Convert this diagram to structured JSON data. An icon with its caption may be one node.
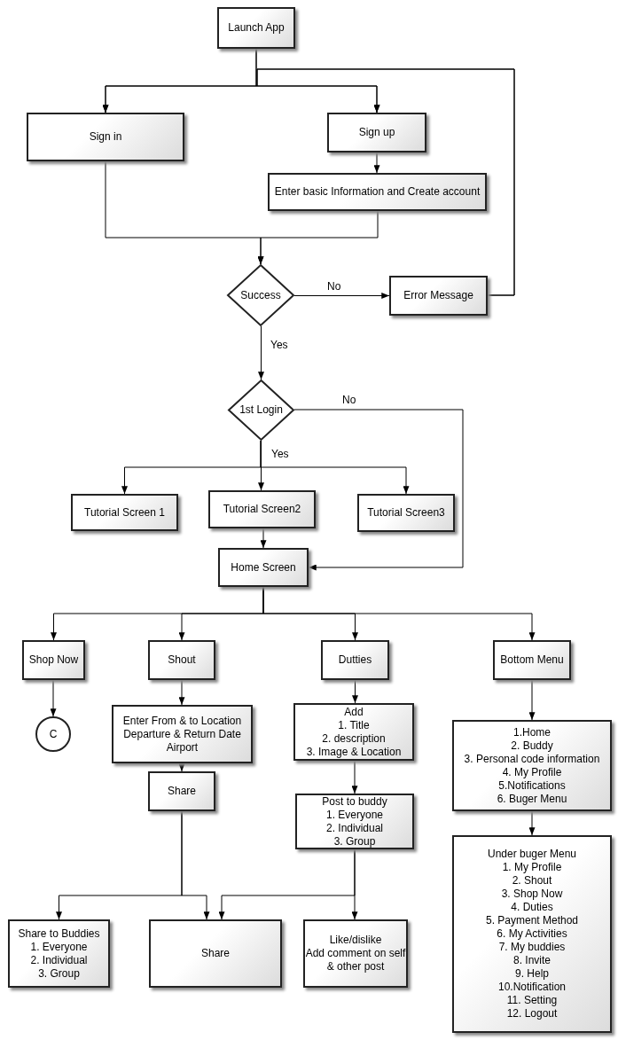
{
  "diagram": {
    "nodes": [
      {
        "text": [
          "Launch App"
        ]
      },
      {
        "text": [
          "Sign in"
        ]
      },
      {
        "text": [
          "Sign up"
        ]
      },
      {
        "text": [
          "Enter basic Information and Create account"
        ]
      },
      {
        "text": [
          "Success"
        ]
      },
      {
        "text": [
          "Error Message"
        ]
      },
      {
        "text": [
          "1st Login"
        ]
      },
      {
        "text": [
          "Tutorial Screen 1"
        ]
      },
      {
        "text": [
          "Tutorial Screen2"
        ]
      },
      {
        "text": [
          "Tutorial Screen3"
        ]
      },
      {
        "text": [
          "Home Screen"
        ]
      },
      {
        "text": [
          "Shop Now"
        ]
      },
      {
        "text": [
          "Shout"
        ]
      },
      {
        "text": [
          "Dutties"
        ]
      },
      {
        "text": [
          "Bottom Menu"
        ]
      },
      {
        "text": [
          "C"
        ]
      },
      {
        "text": [
          "Enter From & to Location Departure & Return Date Airport"
        ]
      },
      {
        "text": [
          "Add",
          "1. Title",
          "2. description",
          "3. Image & Location"
        ]
      },
      {
        "text": [
          "Share"
        ]
      },
      {
        "text": [
          "Post to buddy",
          "1. Everyone",
          "2. Individual",
          "3. Group"
        ]
      },
      {
        "text": [
          "1.Home",
          "2. Buddy",
          "3. Personal code information",
          "4. My Profile",
          "5.Notifications",
          "6. Buger Menu"
        ]
      },
      {
        "text": [
          "Under buger Menu",
          "1. My Profile",
          "2. Shout",
          "3. Shop Now",
          "4. Duties",
          "5. Payment Method",
          "6. My Activities",
          "7. My buddies",
          "8. Invite",
          "9. Help",
          "10.Notification",
          "11. Setting",
          "12. Logout"
        ]
      },
      {
        "text": [
          "Share to Buddies",
          "1. Everyone",
          "2. Individual",
          "3. Group"
        ]
      },
      {
        "text": [
          "Share"
        ]
      },
      {
        "text": [
          "Like/dislike",
          "Add comment on self & other post"
        ]
      }
    ],
    "edges": [
      {
        "from": 0,
        "to": 1,
        "arrow": "to"
      },
      {
        "from": 0,
        "to": 2,
        "arrow": "to"
      },
      {
        "from": 1,
        "to": 4,
        "arrow": "to"
      },
      {
        "from": 2,
        "to": 3,
        "arrow": "to"
      },
      {
        "from": 3,
        "to": 4,
        "arrow": "to"
      },
      {
        "from": 4,
        "to": 5,
        "arrow": "to",
        "label": "No"
      },
      {
        "from": 5,
        "to": 1,
        "arrow": "to"
      },
      {
        "from": 5,
        "to": 2,
        "arrow": "to"
      },
      {
        "from": 4,
        "to": 6,
        "arrow": "to",
        "label": "Yes"
      },
      {
        "from": 6,
        "to": 7,
        "arrow": "to"
      },
      {
        "from": 6,
        "to": 8,
        "arrow": "to",
        "label": "Yes"
      },
      {
        "from": 6,
        "to": 9,
        "arrow": "to"
      },
      {
        "from": 6,
        "to": 10,
        "arrow": "to",
        "label": "No"
      },
      {
        "from": 8,
        "to": 10,
        "arrow": "to"
      },
      {
        "from": 10,
        "to": 11,
        "arrow": "to"
      },
      {
        "from": 10,
        "to": 12,
        "arrow": "to"
      },
      {
        "from": 10,
        "to": 13,
        "arrow": "to"
      },
      {
        "from": 10,
        "to": 14,
        "arrow": "to"
      },
      {
        "from": 11,
        "to": 15,
        "arrow": "to"
      },
      {
        "from": 12,
        "to": 16,
        "arrow": "to"
      },
      {
        "from": 16,
        "to": 18,
        "arrow": "to"
      },
      {
        "from": 13,
        "to": 17,
        "arrow": "to"
      },
      {
        "from": 17,
        "to": 19,
        "arrow": "to"
      },
      {
        "from": 14,
        "to": 20,
        "arrow": "to"
      },
      {
        "from": 20,
        "to": 21,
        "arrow": "to"
      },
      {
        "from": 18,
        "to": 22,
        "arrow": "to"
      },
      {
        "from": 18,
        "to": 23,
        "arrow": "to"
      },
      {
        "from": 19,
        "to": 23,
        "arrow": "to"
      },
      {
        "from": 19,
        "to": 24,
        "arrow": "to"
      }
    ]
  }
}
